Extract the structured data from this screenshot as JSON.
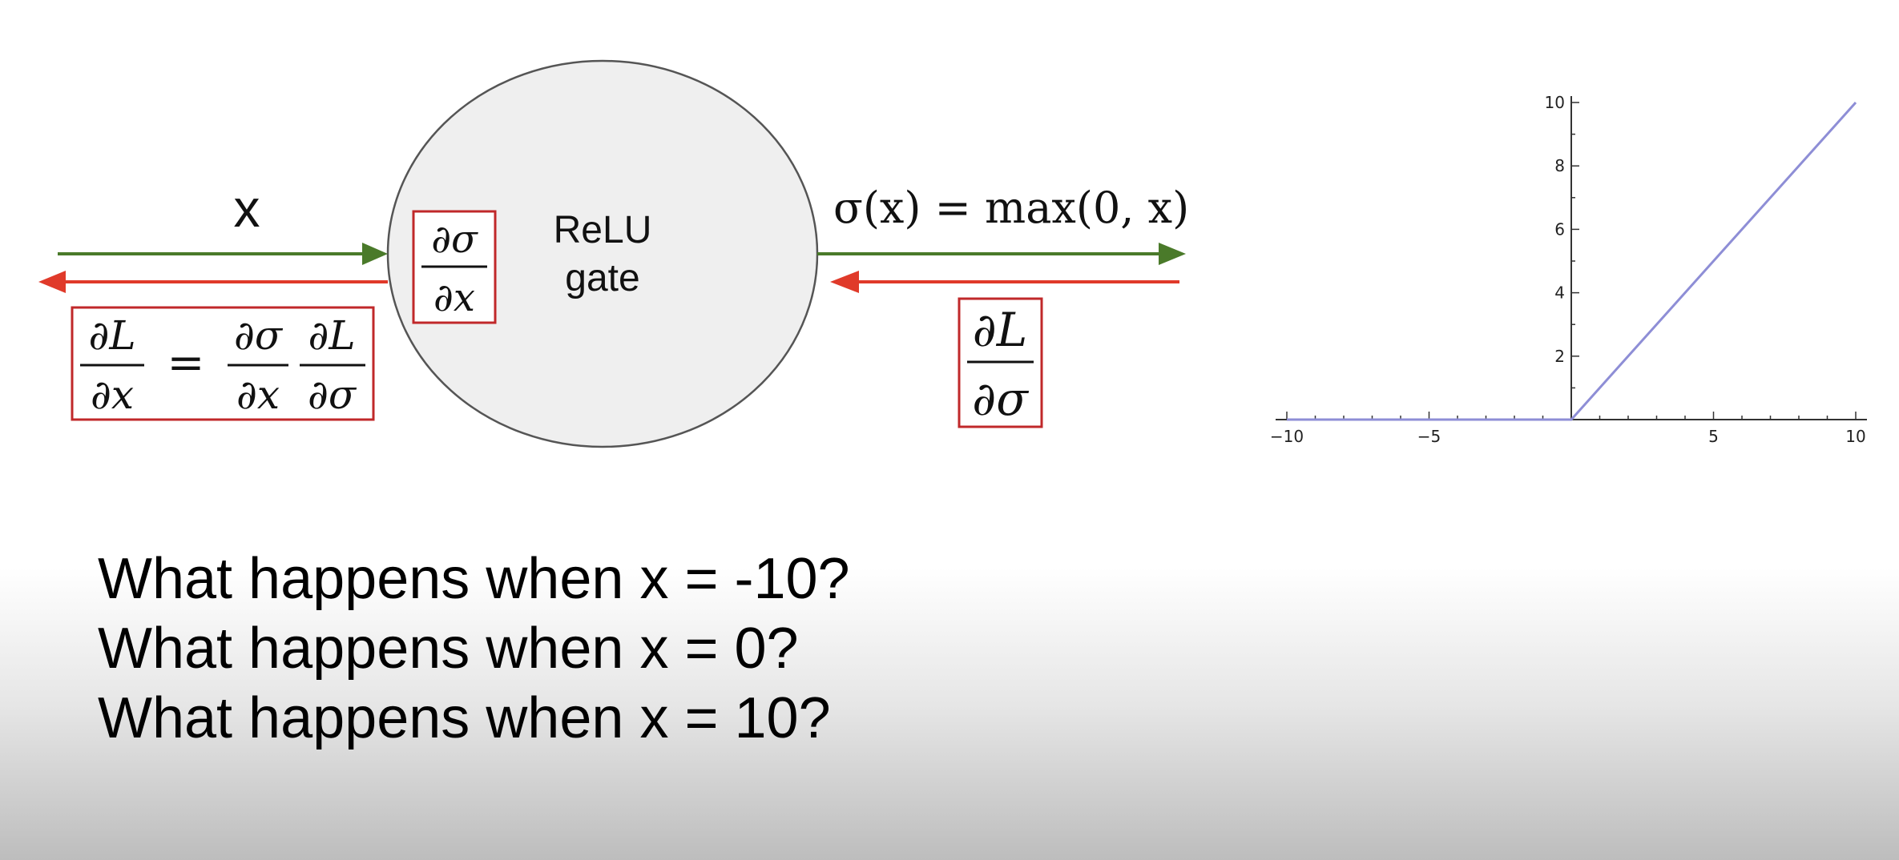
{
  "gate": {
    "line1": "ReLU",
    "line2": "gate"
  },
  "input_label": "x",
  "output_formula": "σ(x) = max(0, x)",
  "local_gradient": {
    "num": "∂σ",
    "den": "∂x"
  },
  "upstream_gradient": {
    "num": "∂L",
    "den": "∂σ"
  },
  "chain_rule": {
    "lhs": {
      "num": "∂L",
      "den": "∂x"
    },
    "equals": "=",
    "term1": {
      "num": "∂σ",
      "den": "∂x"
    },
    "term2": {
      "num": "∂L",
      "den": "∂σ"
    }
  },
  "colors": {
    "forward_arrow": "#4a7a2a",
    "backward_arrow": "#e03a2a",
    "box_border": "#c0282a",
    "gate_fill": "#efefef",
    "plot_line": "#8e8ed6"
  },
  "questions": [
    "What happens when x = -10?",
    "What happens when x = 0?",
    "What happens when x = 10?"
  ],
  "chart_data": {
    "type": "line",
    "x": [
      -10,
      0,
      10
    ],
    "y": [
      0,
      0,
      10
    ],
    "xlim": [
      -10,
      10
    ],
    "ylim": [
      0,
      10
    ],
    "xticks": [
      -10,
      -5,
      5,
      10
    ],
    "yticks": [
      2,
      4,
      6,
      8,
      10
    ],
    "xtick_labels": [
      "−10",
      "−5",
      "5",
      "10"
    ],
    "ytick_labels": [
      "2",
      "4",
      "6",
      "8",
      "10"
    ],
    "grid": false,
    "title": "",
    "xlabel": "",
    "ylabel": ""
  }
}
